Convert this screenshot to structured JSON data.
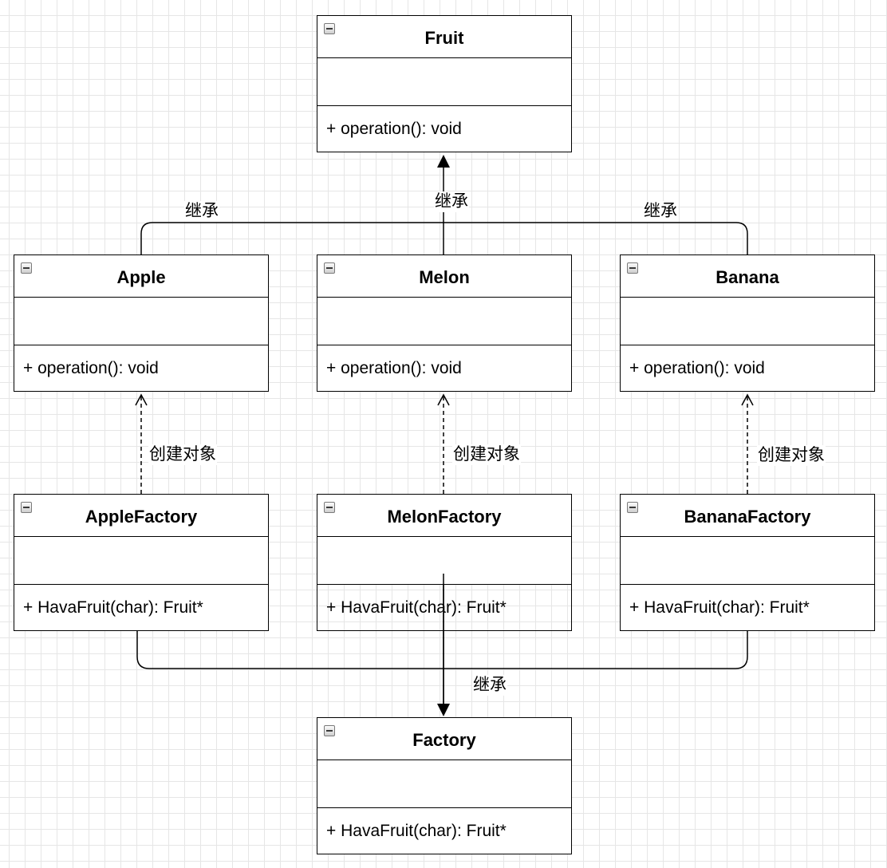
{
  "classes": {
    "fruit": {
      "name": "Fruit",
      "operation": "+ operation(): void"
    },
    "apple": {
      "name": "Apple",
      "operation": "+ operation(): void"
    },
    "melon": {
      "name": "Melon",
      "operation": "+ operation(): void"
    },
    "banana": {
      "name": "Banana",
      "operation": "+ operation(): void"
    },
    "apple_factory": {
      "name": "AppleFactory",
      "operation": "+ HavaFruit(char): Fruit*"
    },
    "melon_factory": {
      "name": "MelonFactory",
      "operation": "+ HavaFruit(char): Fruit*"
    },
    "banana_factory": {
      "name": "BananaFactory",
      "operation": "+ HavaFruit(char): Fruit*"
    },
    "factory": {
      "name": "Factory",
      "operation": "+ HavaFruit(char): Fruit*"
    }
  },
  "edges": {
    "inherit_apple": "继承",
    "inherit_melon": "继承",
    "inherit_banana": "继承",
    "create_apple": "创建对象",
    "create_melon": "创建对象",
    "create_banana": "创建对象",
    "inherit_factories": "继承"
  },
  "colors": {
    "line": "#000000",
    "grid": "#e6e6e6",
    "box_fill": "#ffffff"
  }
}
